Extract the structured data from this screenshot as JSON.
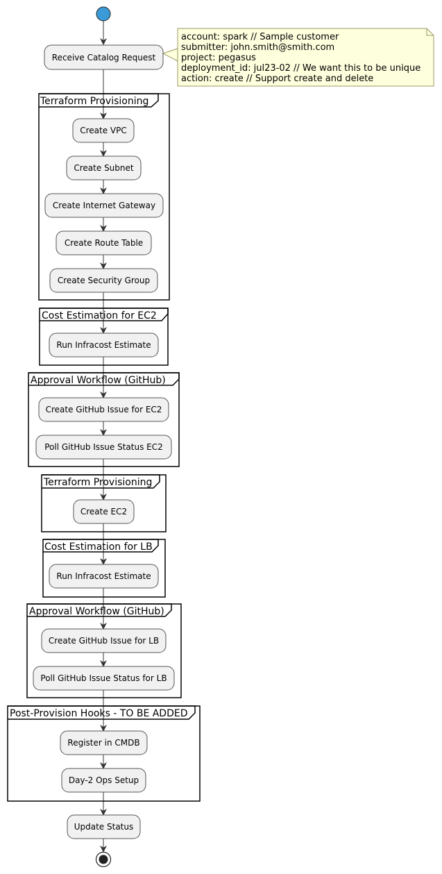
{
  "colors": {
    "start_fill": "#3A9BD8",
    "node_fill": "#F1F1F1",
    "node_stroke": "#555555",
    "arrow": "#333333",
    "frame_stroke": "#000000",
    "note_fill": "#FEFFDD",
    "note_stroke": "#999966"
  },
  "nodes": {
    "receive": "Receive Catalog Request",
    "vpc": "Create VPC",
    "subnet": "Create Subnet",
    "igw": "Create Internet Gateway",
    "route": "Create Route Table",
    "sg": "Create Security Group",
    "infracost_ec2": "Run Infracost Estimate",
    "issue_ec2": "Create GitHub Issue for EC2",
    "poll_ec2": "Poll GitHub Issue Status EC2",
    "ec2": "Create EC2",
    "infracost_lb": "Run Infracost Estimate",
    "issue_lb": "Create GitHub Issue for LB",
    "poll_lb": "Poll GitHub Issue Status for LB",
    "cmdb": "Register in CMDB",
    "day2": "Day-2 Ops Setup",
    "status": "Update Status"
  },
  "frames": {
    "tf1": "Terraform Provisioning",
    "cost_ec2": "Cost Estimation for EC2",
    "approval_ec2": "Approval Workflow (GitHub)",
    "tf2": "Terraform Provisioning",
    "cost_lb": "Cost Estimation for LB",
    "approval_lb": "Approval Workflow (GitHub)",
    "post": "Post-Provision Hooks - TO BE ADDED"
  },
  "note": {
    "lines": [
      "account: spark  // Sample customer",
      "submitter: john.smith@smith.com",
      "project: pegasus",
      "deployment_id: jul23-02  // We want this to be unique",
      "action: create // Support create and delete"
    ]
  }
}
